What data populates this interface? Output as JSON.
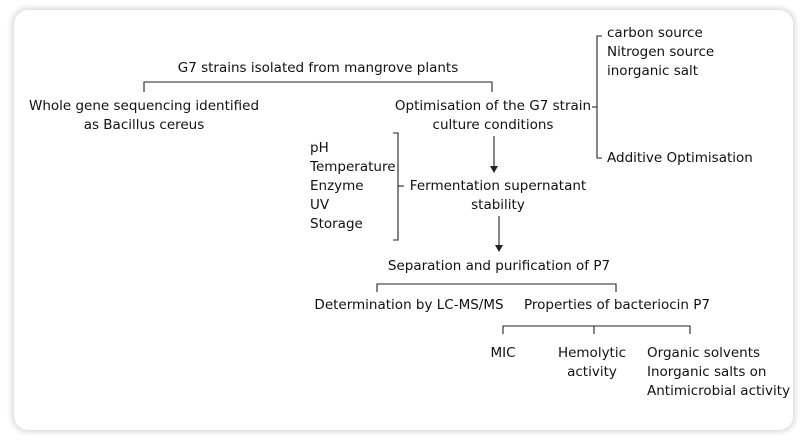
{
  "nodes": {
    "g7_strains": "G7 strains isolated from mangrove plants",
    "whole_gene": [
      "Whole gene sequencing identified",
      "as Bacillus cereus"
    ],
    "optimisation": [
      "Optimisation of the G7 strain",
      "culture conditions"
    ],
    "culture_factors": [
      "carbon source",
      "Nitrogen source",
      "inorganic salt"
    ],
    "additive": "Additive Optimisation",
    "stability_factors": [
      "pH",
      "Temperature",
      "Enzyme",
      "UV",
      "Storage"
    ],
    "fermentation": [
      "Fermentation supernatant",
      "stability"
    ],
    "separation": "Separation and purification of P7",
    "lcms": "Determination by LC-MS/MS",
    "properties": "Properties of bacteriocin P7",
    "mic": "MIC",
    "hemolytic": [
      "Hemolytic",
      "activity"
    ],
    "organic": [
      "Organic solvents",
      "Inorganic salts on",
      "Antimicrobial activity"
    ]
  },
  "colors": {
    "line": "#222222",
    "text": "#111111",
    "frame_shadow": "#bfbfbf"
  }
}
